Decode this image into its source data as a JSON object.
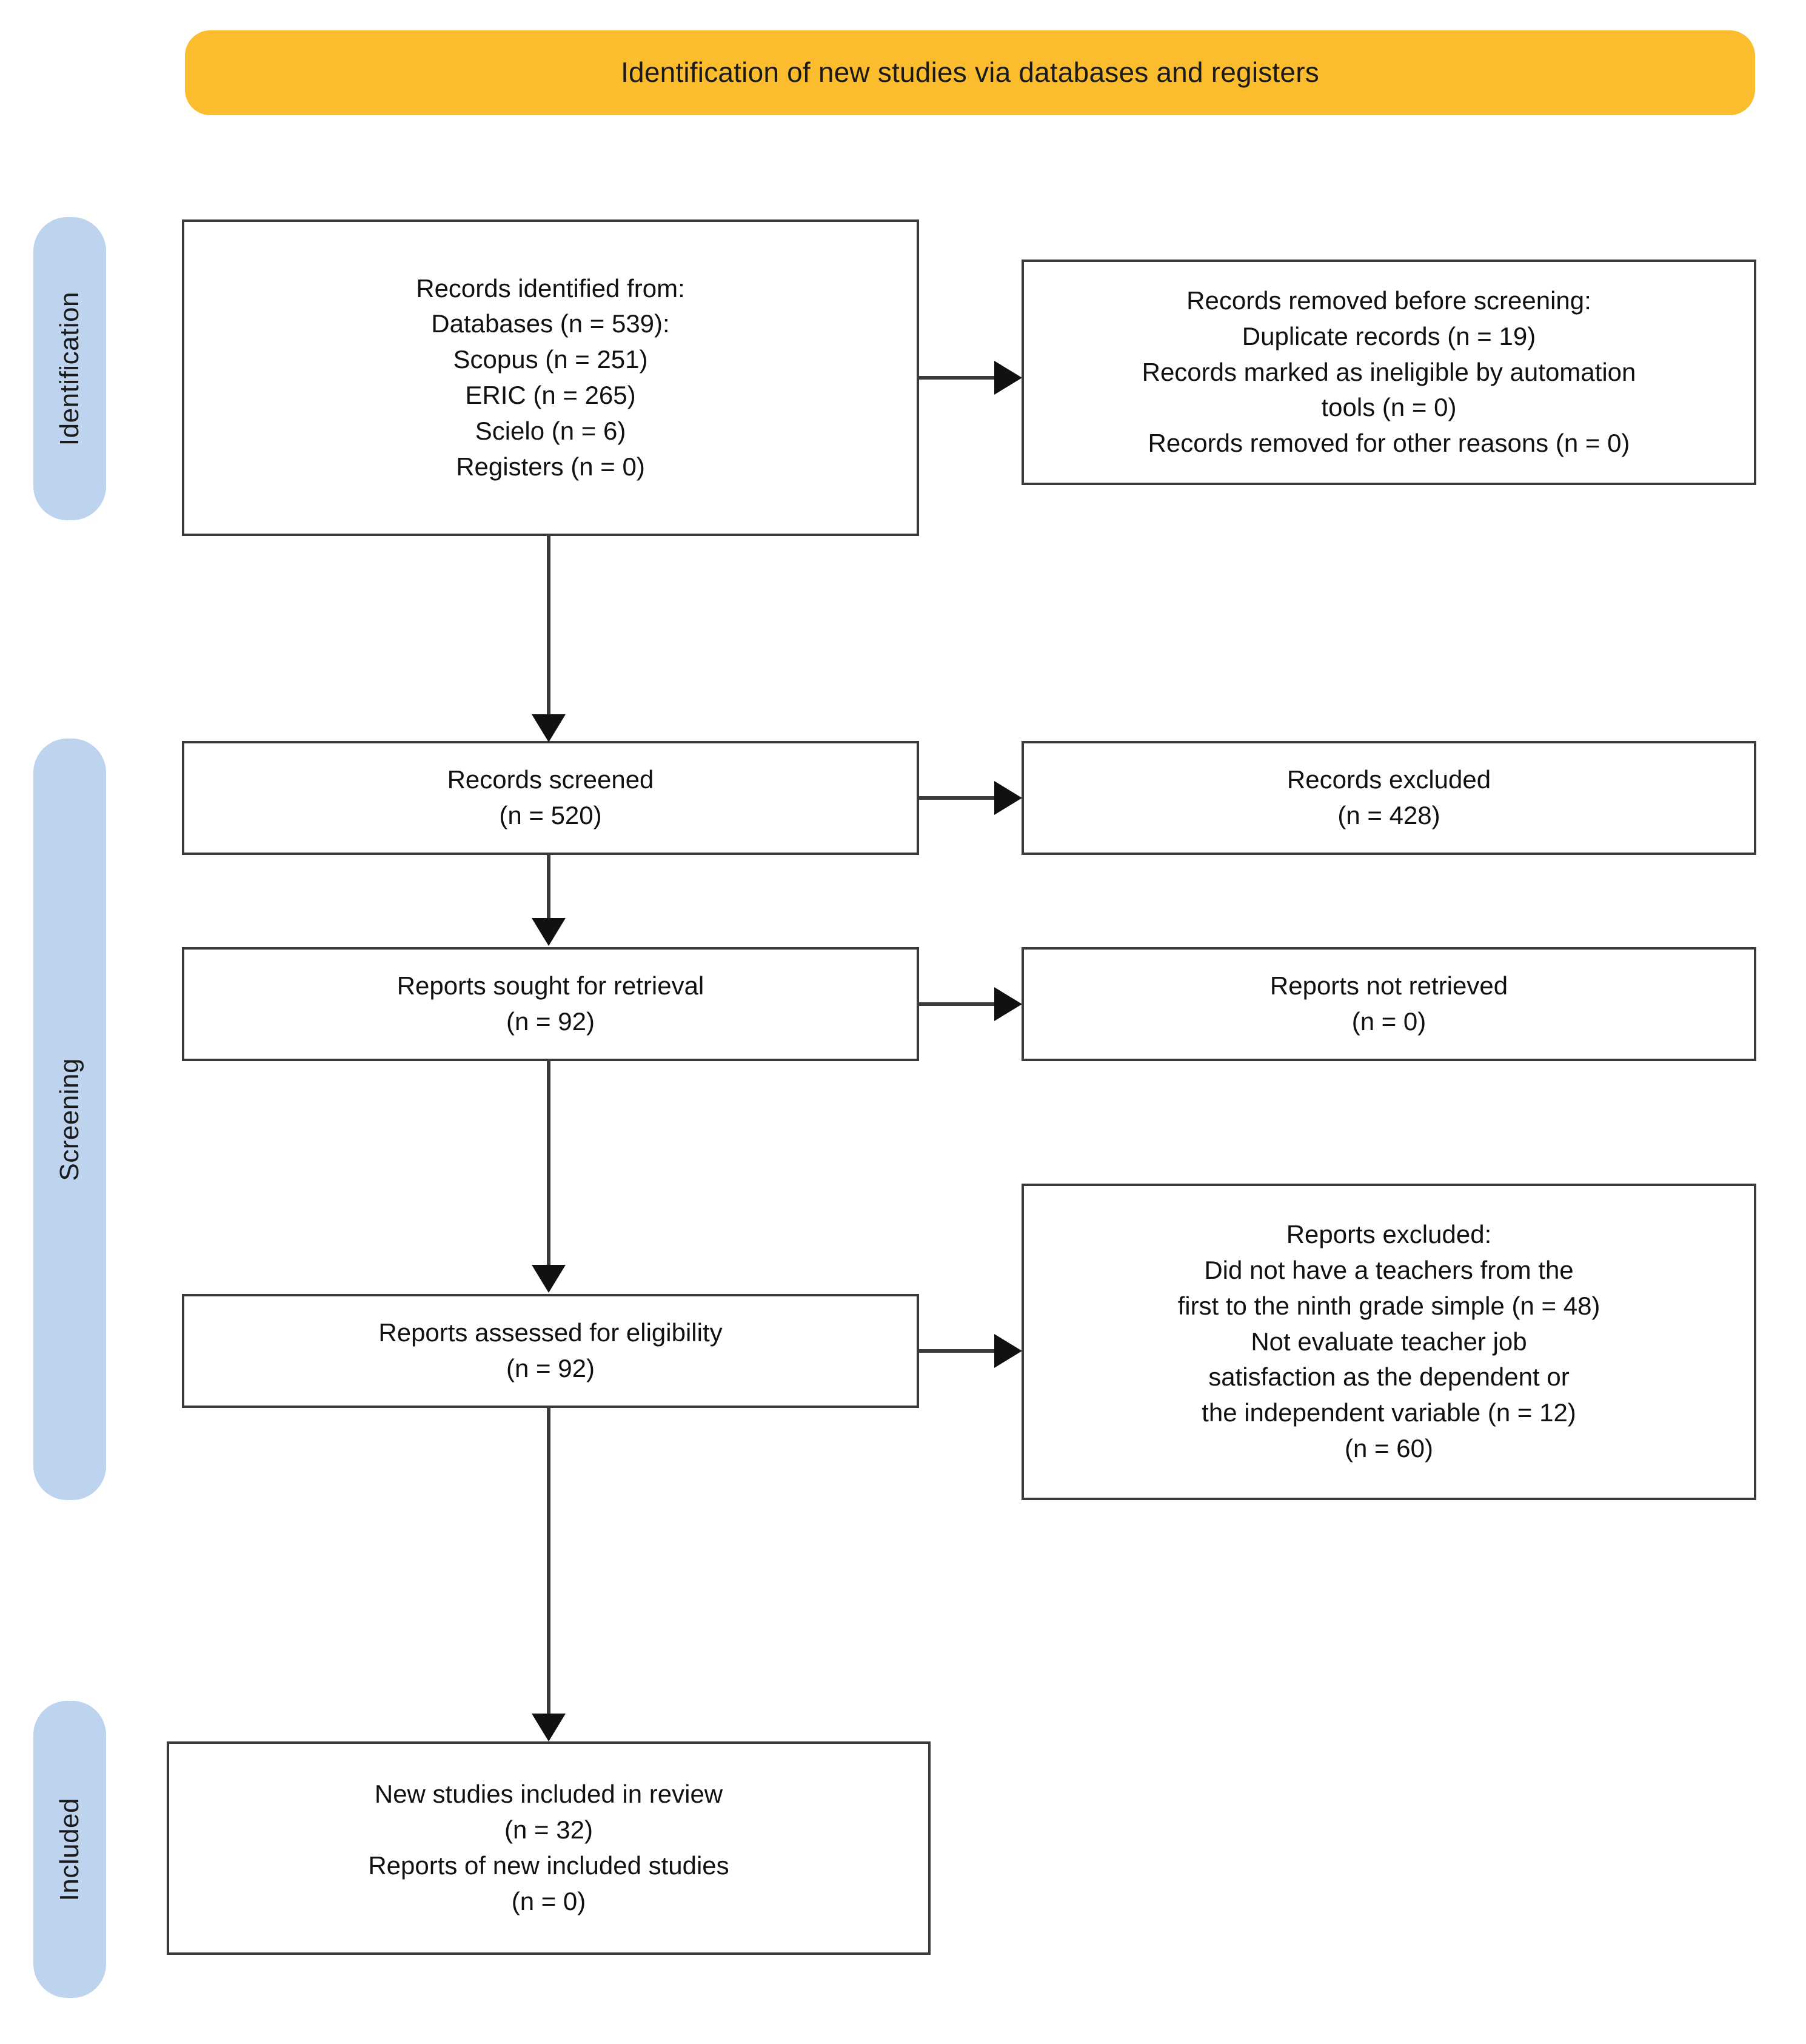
{
  "diagram": {
    "type": "prisma-flow-diagram",
    "banner": {
      "label": "Identification of new studies via databases and registers",
      "color": "#FBBC2E"
    },
    "stage_color": "#BDD3EE",
    "stages": [
      {
        "id": "identification",
        "label": "Identification"
      },
      {
        "id": "screening",
        "label": "Screening"
      },
      {
        "id": "included",
        "label": "Included"
      }
    ],
    "boxes": {
      "records_identified": {
        "text": "Records identified from:\nDatabases (n = 539):\nScopus (n = 251)\nERIC (n = 265)\nScielo (n = 6)\nRegisters (n = 0)"
      },
      "records_removed": {
        "text": "Records removed before screening:\nDuplicate records (n = 19)\nRecords marked as ineligible by automation\ntools (n = 0)\nRecords removed for other reasons (n = 0)"
      },
      "records_screened": {
        "text": "Records screened\n(n = 520)"
      },
      "records_excluded": {
        "text": "Records excluded\n(n = 428)"
      },
      "reports_sought": {
        "text": "Reports sought for retrieval\n(n = 92)"
      },
      "reports_not_retrieved": {
        "text": "Reports not retrieved\n(n = 0)"
      },
      "reports_assessed": {
        "text": "Reports assessed for eligibility\n(n = 92)"
      },
      "reports_excluded": {
        "text": "Reports excluded:\nDid not have a teachers from the\nfirst to the ninth grade simple (n = 48)\nNot evaluate teacher job\nsatisfaction as the dependent or\nthe independent variable (n = 12)\n(n = 60)"
      },
      "studies_included": {
        "text": "New studies included in review\n(n = 32)\nReports of new included studies\n(n = 0)"
      }
    },
    "counts": {
      "databases_total": 539,
      "scopus": 251,
      "eric": 265,
      "scielo": 6,
      "registers": 0,
      "duplicate_records": 19,
      "ineligible_by_automation": 0,
      "removed_other_reasons": 0,
      "screened": 520,
      "excluded_at_screening": 428,
      "sought_for_retrieval": 92,
      "not_retrieved": 0,
      "assessed_for_eligibility": 92,
      "excluded_no_grade_sample": 48,
      "excluded_not_job_satisfaction": 12,
      "reports_excluded_total": 60,
      "new_studies_included": 32,
      "reports_of_new_included_studies": 0
    }
  }
}
